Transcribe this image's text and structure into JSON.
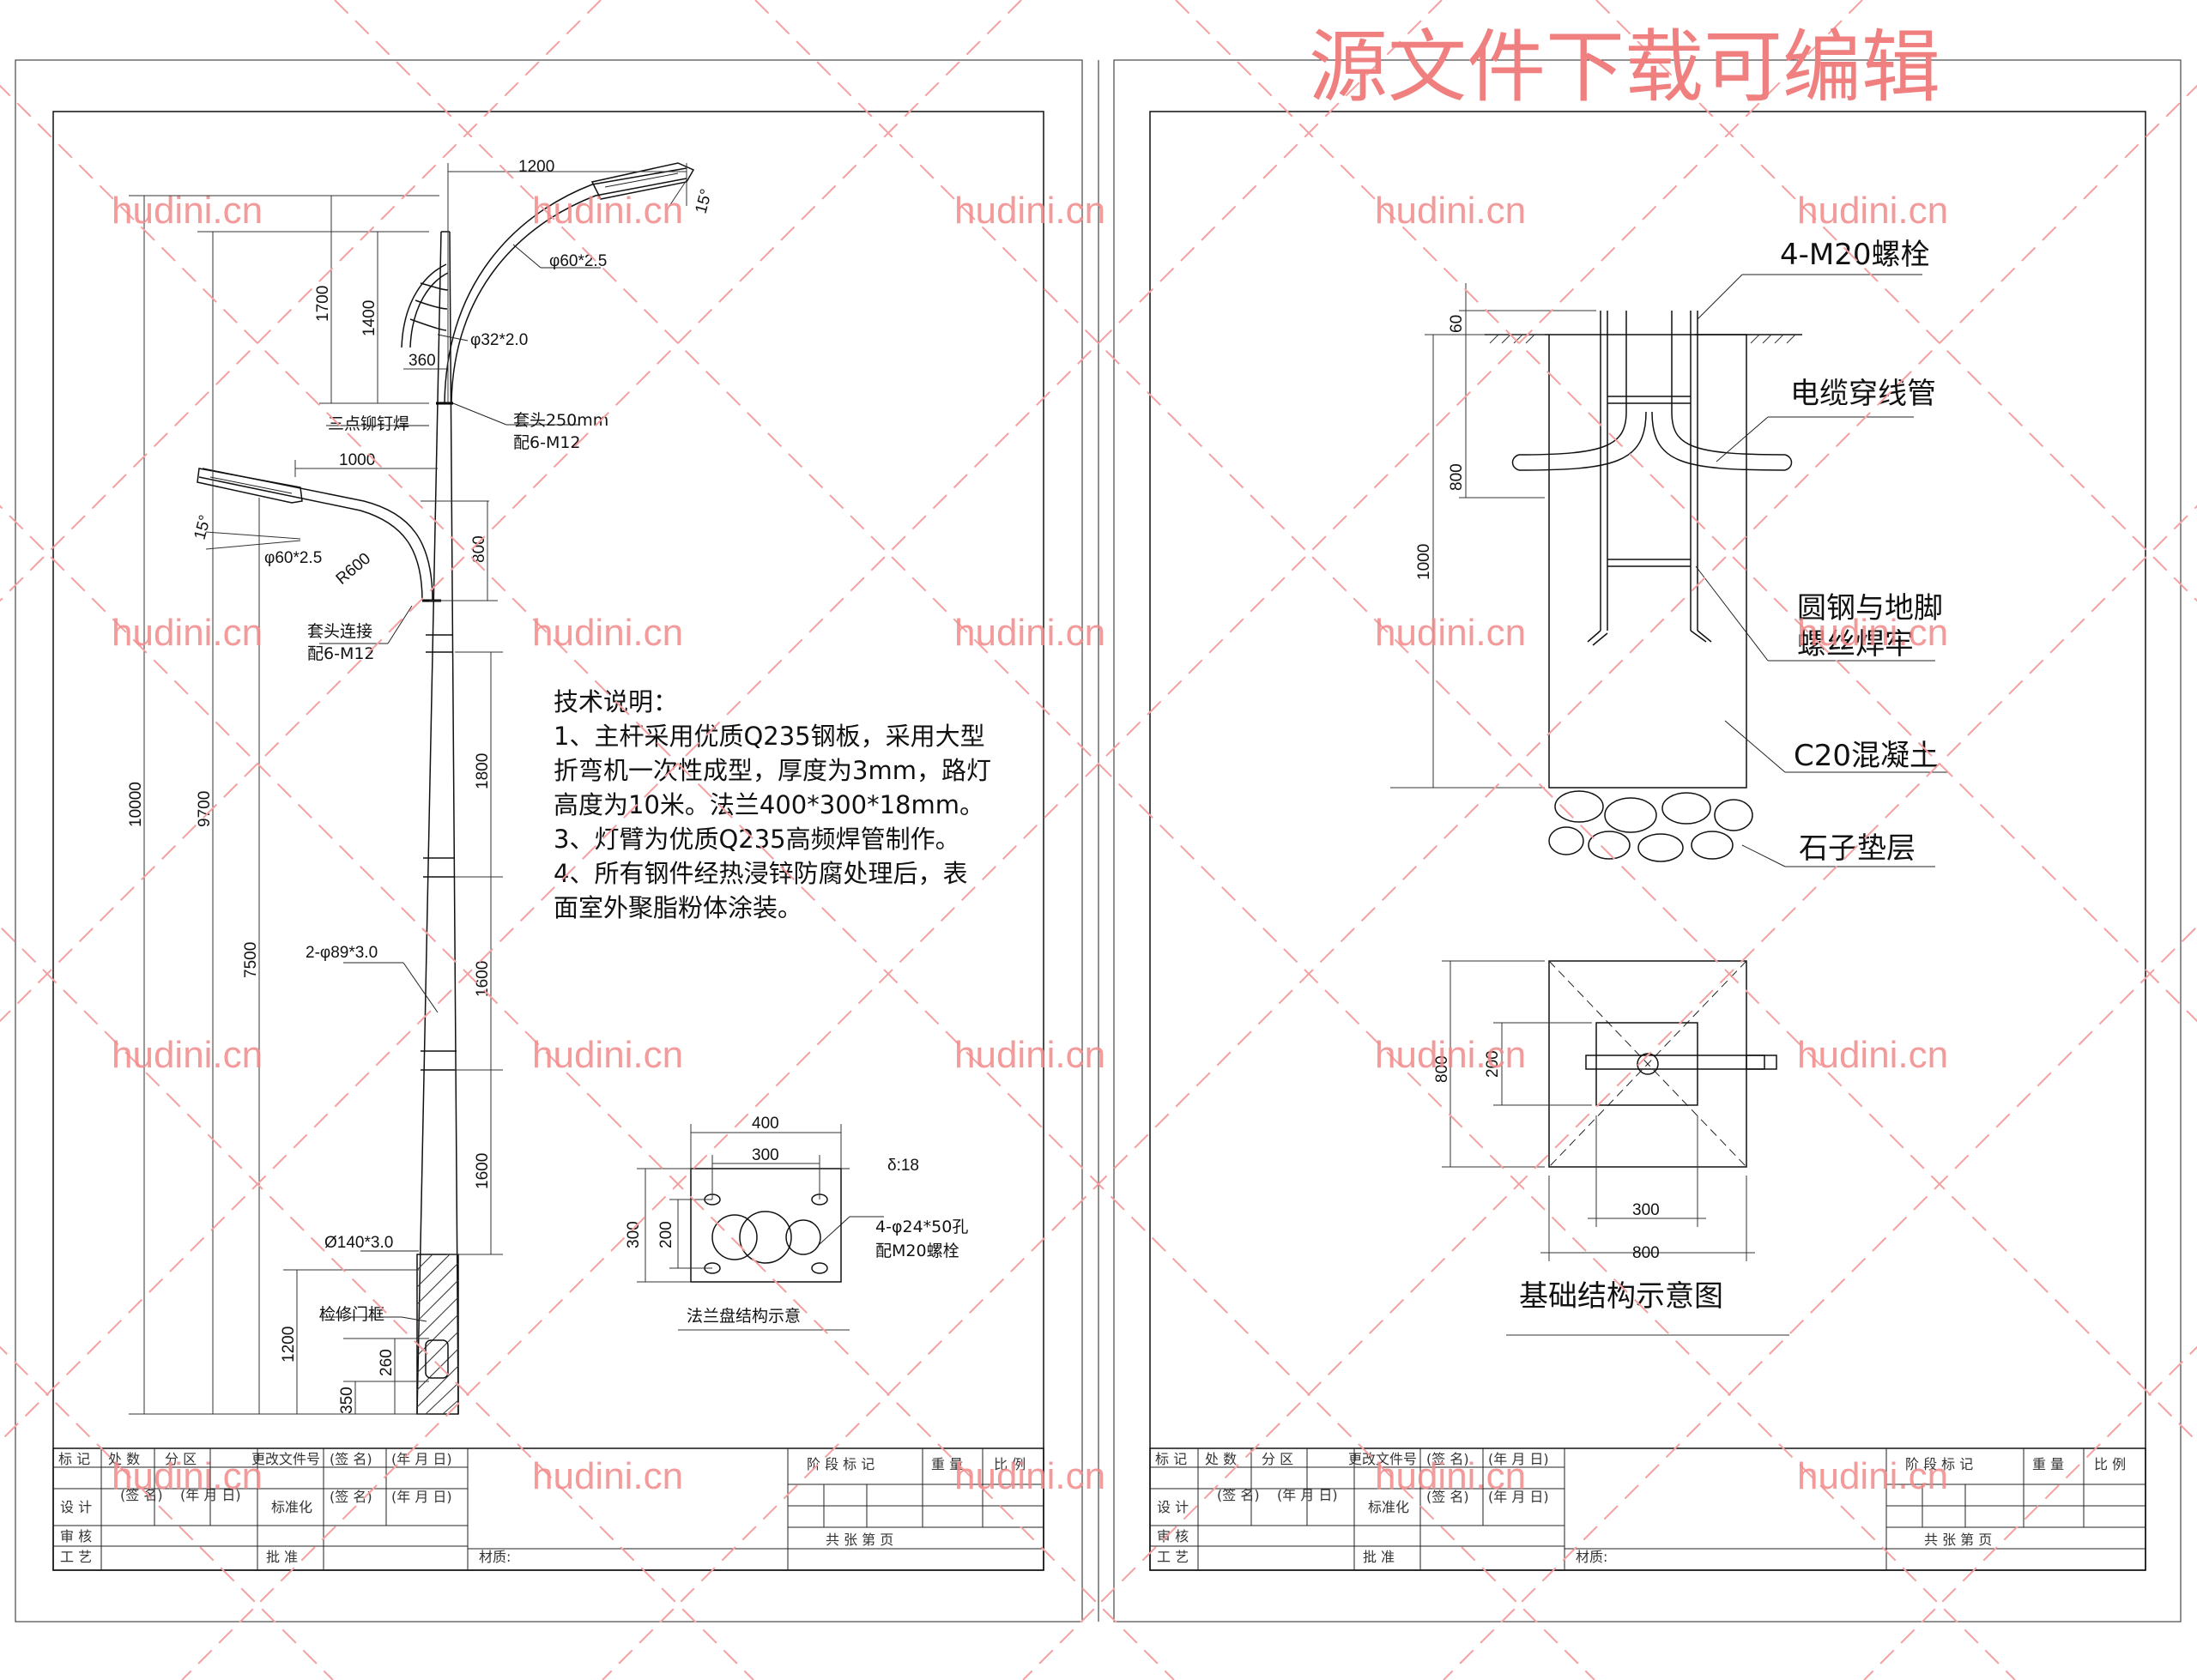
{
  "watermark": {
    "top_text": "源文件下载可编辑",
    "site": "hudini.cn"
  },
  "left_sheet": {
    "arm_upper": {
      "len_label": "1200",
      "angle_label": "15°",
      "pipe_label": "φ60*2.5",
      "brace_label": "φ32*2.0",
      "h1700": "1700",
      "h1400": "1400",
      "w360": "360",
      "weld_label": "三点铆钉焊",
      "sleeve_label": "套头250mm",
      "sleeve_bolt": "配6-M12"
    },
    "arm_lower": {
      "len_label": "1000",
      "angle_label": "15°",
      "pipe_label": "φ60*2.5",
      "radius_label": "R600",
      "h800": "800",
      "sleeve_label": "套头连接",
      "sleeve_bolt": "配6-M12"
    },
    "pole": {
      "h10000": "10000",
      "h9700": "9700",
      "h7500": "7500",
      "h1800": "1800",
      "h1600a": "1600",
      "h1600b": "1600",
      "h1200": "1200",
      "h260": "260",
      "h350": "350",
      "stiffener_label": "2-φ89*3.0",
      "base_label": "Ø140*3.0",
      "door_label": "检修门框"
    },
    "notes": {
      "title": "技术说明：",
      "lines": [
        "1、主杆采用优质Q235钢板，采用大型",
        "折弯机一次性成型，厚度为3mm，路灯",
        "高度为10米。法兰400*300*18mm。",
        "3、灯臂为优质Q235高频焊管制作。",
        "4、所有钢件经热浸锌防腐处理后，表",
        "面室外聚脂粉体涂装。"
      ]
    },
    "flange": {
      "w400": "400",
      "w300": "300",
      "h300": "300",
      "h200": "200",
      "thickness": "δ:18",
      "holes": "4-φ24*50孔",
      "bolts": "配M20螺栓",
      "caption": "法兰盘结构示意"
    }
  },
  "right_sheet": {
    "section": {
      "bolt_label": "4-M20螺栓",
      "conduit_label": "电缆穿线管",
      "weld_label_1": "圆钢与地脚",
      "weld_label_2": "螺丝焊牢",
      "concrete_label": "C20混凝土",
      "gravel_label": "石子垫层",
      "h60": "60",
      "h800": "800",
      "h1000": "1000"
    },
    "plan": {
      "h800": "800",
      "h200": "200",
      "w300": "300",
      "w800": "800",
      "caption": "基础结构示意图"
    }
  },
  "title_block": {
    "row1": [
      "标 记",
      "处 数",
      "分 区",
      "更改文件号",
      "(签 名)",
      "(年 月 日)"
    ],
    "row2": [
      "设  计",
      "(签 名)",
      "(年 月 日)",
      "标准化",
      "(签 名)",
      "(年 月 日)"
    ],
    "row3": [
      "审  核"
    ],
    "row4": [
      "工  艺",
      "批  准"
    ],
    "stage": "阶 段 标 记",
    "weight": "重 量",
    "scale": "比 例",
    "sheets": "共     张     第     页",
    "material": "材质:"
  }
}
